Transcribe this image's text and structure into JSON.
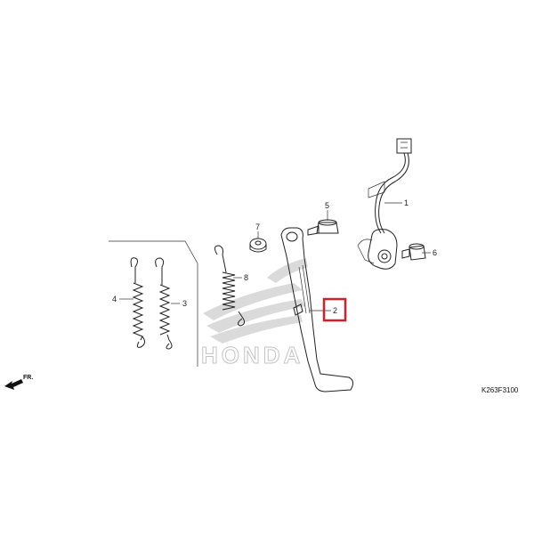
{
  "diagram": {
    "callouts": [
      {
        "id": "c1",
        "text": "1"
      },
      {
        "id": "c2",
        "text": "2"
      },
      {
        "id": "c3",
        "text": "3"
      },
      {
        "id": "c4",
        "text": "4"
      },
      {
        "id": "c5",
        "text": "5"
      },
      {
        "id": "c6",
        "text": "6"
      },
      {
        "id": "c7",
        "text": "7"
      },
      {
        "id": "c8",
        "text": "8"
      }
    ],
    "highlighted_callout": "2",
    "highlight_color": "#d0202a",
    "watermark_text": "HONDA",
    "watermark_color": "#cfcfcf",
    "direction_label": "FR.",
    "diagram_code": "K263F3100"
  }
}
